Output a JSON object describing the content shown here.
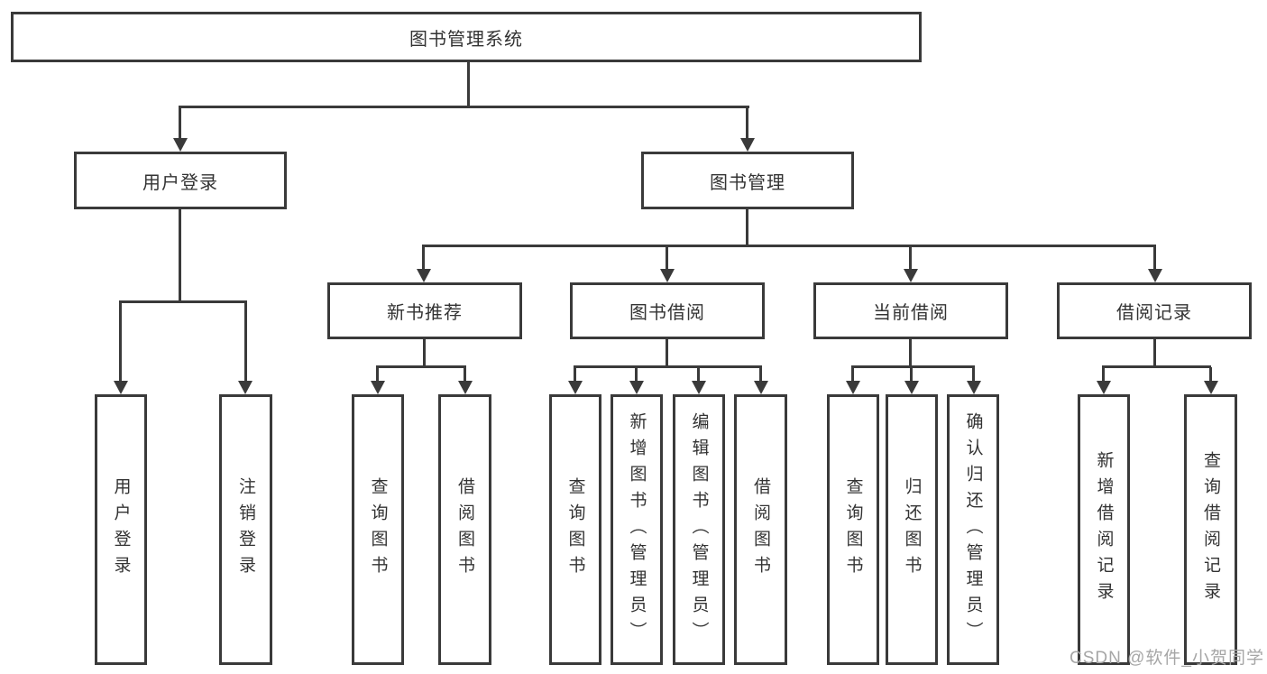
{
  "colors": {
    "background": "#ffffff",
    "line": "#3a3a3a",
    "text": "#333333",
    "watermark": "#a6a6a6"
  },
  "watermark": {
    "text": "CSDN @软件_小贺同学"
  },
  "diagram": {
    "type": "hierarchy-tree",
    "root": {
      "label": "图书管理系统"
    },
    "level2": [
      {
        "label": "用户登录",
        "parent": "图书管理系统"
      },
      {
        "label": "图书管理",
        "parent": "图书管理系统"
      }
    ],
    "level3": [
      {
        "label": "新书推荐",
        "parent": "图书管理"
      },
      {
        "label": "图书借阅",
        "parent": "图书管理"
      },
      {
        "label": "当前借阅",
        "parent": "图书管理"
      },
      {
        "label": "借阅记录",
        "parent": "图书管理"
      }
    ],
    "leaves": [
      {
        "label": "用户登录",
        "parent": "用户登录"
      },
      {
        "label": "注销登录",
        "parent": "用户登录"
      },
      {
        "label": "查询图书",
        "parent": "新书推荐"
      },
      {
        "label": "借阅图书",
        "parent": "新书推荐"
      },
      {
        "label": "查询图书",
        "parent": "图书借阅"
      },
      {
        "label": "新增图书（管理员）",
        "parent": "图书借阅"
      },
      {
        "label": "编辑图书（管理员）",
        "parent": "图书借阅"
      },
      {
        "label": "借阅图书",
        "parent": "图书借阅"
      },
      {
        "label": "查询图书",
        "parent": "当前借阅"
      },
      {
        "label": "归还图书",
        "parent": "当前借阅"
      },
      {
        "label": "确认归还（管理员）",
        "parent": "当前借阅"
      },
      {
        "label": "新增借阅记录",
        "parent": "借阅记录"
      },
      {
        "label": "查询借阅记录",
        "parent": "借阅记录"
      }
    ]
  }
}
